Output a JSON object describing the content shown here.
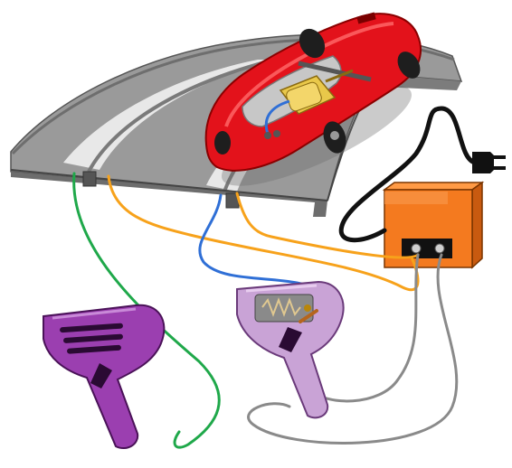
{
  "figure": {
    "subject": "slot car set",
    "components": [
      {
        "name": "track",
        "icon": "curved-track-icon"
      },
      {
        "name": "car",
        "icon": "slot-car-icon"
      },
      {
        "name": "motor",
        "icon": "motor-icon"
      },
      {
        "name": "power_supply",
        "icon": "transformer-icon"
      },
      {
        "name": "plug",
        "icon": "power-plug-icon"
      },
      {
        "name": "controller_left",
        "icon": "hand-controller-icon"
      },
      {
        "name": "controller_right",
        "icon": "hand-controller-cutaway-icon"
      }
    ],
    "colors": {
      "track": "#8f8f8f",
      "track_light": "#c9c9c9",
      "track_slot_band": "#f2f2f2",
      "car_body": "#e3121b",
      "motor": "#e9c84a",
      "power_box": "#f47a1f",
      "controller_left": "#9b3fb0",
      "controller_right": "#c9a3d6",
      "wire_green": "#1fa84a",
      "wire_orange": "#f7a21b",
      "wire_blue": "#2f6fd6",
      "wire_gray": "#8a8a8a",
      "wire_black": "#111111"
    }
  }
}
